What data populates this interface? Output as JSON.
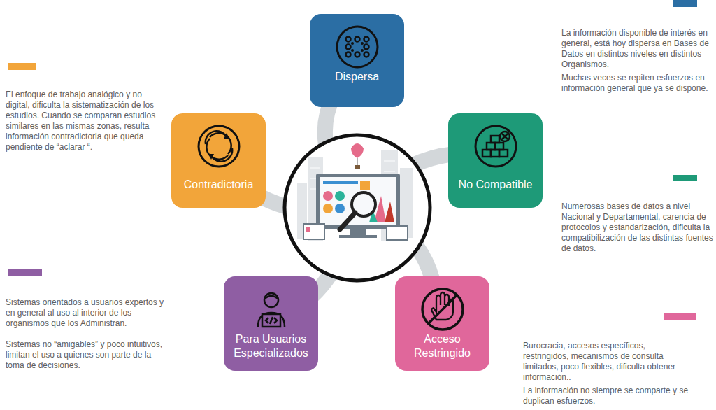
{
  "diagram": {
    "nodes": [
      {
        "text": [
          "Dispersa"
        ]
      },
      {
        "text": [
          "Contradictoria"
        ]
      },
      {
        "text": [
          "No Compatible"
        ]
      },
      {
        "text": [
          "Para Usuarios Especializados"
        ]
      },
      {
        "text": [
          "Acceso Restringido"
        ]
      }
    ],
    "labels": [
      "La información disponible de interés en general, está hoy dispersa en Bases de Datos en distintos niveles en distintos Organismos.",
      "Muchas veces se repiten esfuerzos en información general que ya se dispone.",
      "El enfoque de trabajo analógico y no digital, dificulta la sistematización de los estudios. Cuando se comparan estudios similares en las mismas zonas, resulta información contradictoria que queda pendiente de “aclarar “.",
      "Numerosas bases de datos a nivel Nacional y Departamental, carencia de protocolos y estandarización, dificulta la compatibilización de las distintas fuentes de datos.",
      "Sistemas orientados a usuarios expertos y en general al uso al interior de los organismos que los Administran.",
      "Sistemas no “amigables” y poco intuitivos, limitan el uso a quienes son parte de la toma de decisiones.",
      "Burocracia, accesos específicos, restringidos, mecanismos de consulta limitados, poco flexibles, dificulta obtener información..",
      "La información no siempre se comparte y se duplican esfuerzos."
    ]
  }
}
